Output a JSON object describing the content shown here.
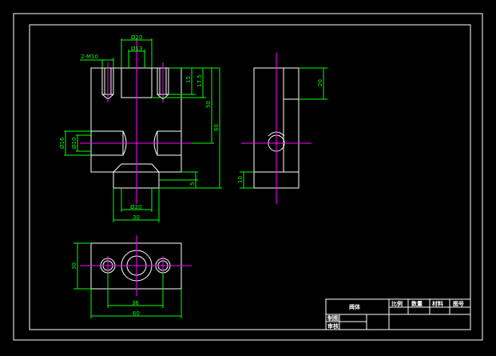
{
  "drawing": {
    "colors": {
      "background": "#000000",
      "outline": "#ffffff",
      "centerline": "#ff00ff",
      "dimension": "#00ff00"
    },
    "dimensions": {
      "top_bore": "Ø20",
      "top_hole": "Ø13",
      "thread": "2-M10",
      "d15": "15",
      "d17_5": "17.5",
      "d50": "50",
      "d60": "60",
      "side_bore_outer": "Ø16",
      "side_bore_inner": "Ø10",
      "d5": "5",
      "bottom_bore": "Ø20",
      "bottom_width": "30",
      "side_height": "20",
      "side_base": "10",
      "plan_height": "30",
      "hole_spacing": "36",
      "plan_width": "60"
    },
    "title_block": {
      "name": "阀体",
      "col1": "比例",
      "col2": "数量",
      "col3": "材料",
      "col4": "图号",
      "row1": "制图",
      "row2": "审核"
    }
  }
}
